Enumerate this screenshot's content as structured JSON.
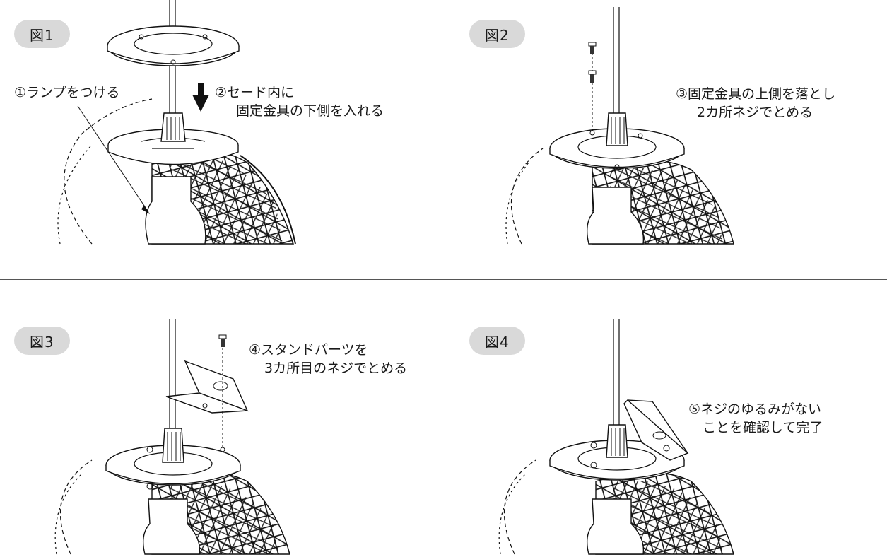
{
  "steps": [
    {
      "badge": "図1",
      "lines": [
        "①ランプをつける"
      ],
      "lines2": [
        "②セード内に",
        "固定金具の下側を入れる"
      ]
    },
    {
      "badge": "図2",
      "lines": [
        "③固定金具の上側を落とし",
        "2カ所ネジでとめる"
      ]
    },
    {
      "badge": "図3",
      "lines": [
        "④スタンドパーツを",
        "3カ所目のネジでとめる"
      ]
    },
    {
      "badge": "図4",
      "lines": [
        "⑤ネジのゆるみがない",
        "ことを確認して完了"
      ]
    }
  ]
}
